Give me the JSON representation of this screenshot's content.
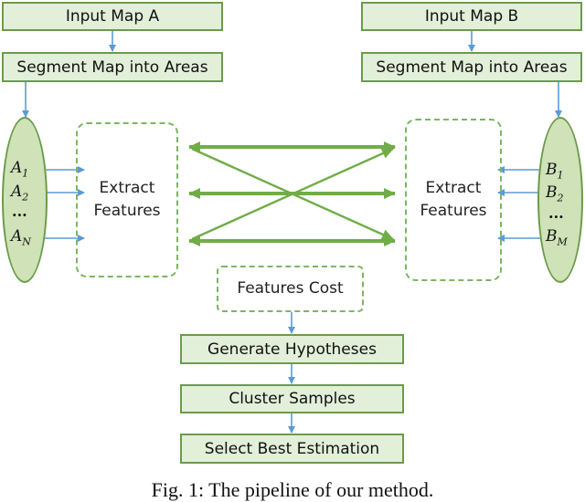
{
  "boxes": {
    "input_a": "Input Map A",
    "segment_a": "Segment Map into Areas",
    "input_b": "Input Map B",
    "segment_b": "Segment Map into Areas",
    "extract_a": "Extract\nFeatures",
    "extract_b": "Extract\nFeatures",
    "features_cost": "Features Cost",
    "generate_hypotheses": "Generate Hypotheses",
    "cluster_samples": "Cluster Samples",
    "select_best": "Select Best Estimation"
  },
  "areas_a": {
    "first": {
      "base": "A",
      "sub": "1"
    },
    "second": {
      "base": "A",
      "sub": "2"
    },
    "ellipsis": "...",
    "last": {
      "base": "A",
      "sub": "N"
    }
  },
  "areas_b": {
    "first": {
      "base": "B",
      "sub": "1"
    },
    "second": {
      "base": "B",
      "sub": "2"
    },
    "ellipsis": "...",
    "last": {
      "base": "B",
      "sub": "M"
    }
  },
  "caption": "Fig. 1: The pipeline of our method.",
  "colors": {
    "box_fill": "#e2efd9",
    "box_border": "#6b9b4a",
    "ellipse_fill": "#cfe2b8",
    "dashed_border": "#7bb661",
    "blue_arrow": "#5b9bd5",
    "green_arrow": "#70ad47"
  }
}
